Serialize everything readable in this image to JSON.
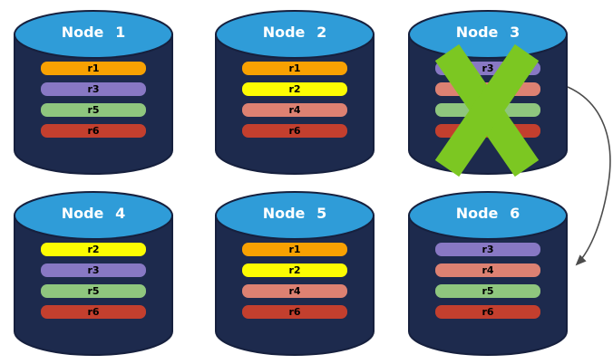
{
  "colors": {
    "background": "#ffffff",
    "cylinder_body": "#1D2A4D",
    "cylinder_top": "#2F9CD8",
    "cylinder_stroke": "#16203E",
    "title_text": "#ffffff",
    "bar_text": "#000000",
    "cross": "#7CC722",
    "arrow": "#4C4C4C"
  },
  "replica_colors": {
    "r1": "#F8A102",
    "r2": "#FCFC02",
    "r3": "#8878C4",
    "r4": "#DD8172",
    "r5": "#8FC67E",
    "r6": "#C33F2E"
  },
  "nodes": [
    {
      "label": "Node 1",
      "failed": false,
      "bars": [
        {
          "label": "r1",
          "color": "#F8A102"
        },
        {
          "label": "r3",
          "color": "#8878C4"
        },
        {
          "label": "r5",
          "color": "#8FC67E"
        },
        {
          "label": "r6",
          "color": "#C33F2E"
        }
      ]
    },
    {
      "label": "Node 2",
      "failed": false,
      "bars": [
        {
          "label": "r1",
          "color": "#F8A102"
        },
        {
          "label": "r2",
          "color": "#FCFC02"
        },
        {
          "label": "r4",
          "color": "#DD8172"
        },
        {
          "label": "r6",
          "color": "#C33F2E"
        }
      ]
    },
    {
      "label": "Node 3",
      "failed": true,
      "bars": [
        {
          "label": "r3",
          "color": "#8878C4"
        },
        {
          "label": "",
          "color": "#DD8172"
        },
        {
          "label": "",
          "color": "#8FC67E"
        },
        {
          "label": "",
          "color": "#C33F2E"
        }
      ]
    },
    {
      "label": "Node 4",
      "failed": false,
      "bars": [
        {
          "label": "r2",
          "color": "#FCFC02"
        },
        {
          "label": "r3",
          "color": "#8878C4"
        },
        {
          "label": "r5",
          "color": "#8FC67E"
        },
        {
          "label": "r6",
          "color": "#C33F2E"
        }
      ]
    },
    {
      "label": "Node 5",
      "failed": false,
      "bars": [
        {
          "label": "r1",
          "color": "#F8A102"
        },
        {
          "label": "r2",
          "color": "#FCFC02"
        },
        {
          "label": "r4",
          "color": "#DD8172"
        },
        {
          "label": "r6",
          "color": "#C33F2E"
        }
      ]
    },
    {
      "label": "Node 6",
      "failed": false,
      "bars": [
        {
          "label": "r3",
          "color": "#8878C4"
        },
        {
          "label": "r4",
          "color": "#DD8172"
        },
        {
          "label": "r5",
          "color": "#8FC67E"
        },
        {
          "label": "r6",
          "color": "#C33F2E"
        }
      ]
    }
  ]
}
